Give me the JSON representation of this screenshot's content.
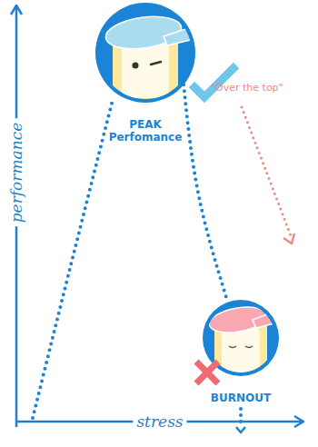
{
  "diagram": {
    "nodes": [
      {
        "text": [
          "PEAK Perfomance"
        ]
      },
      {
        "text": [
          "BURNOUT"
        ]
      }
    ],
    "edges": [
      {
        "from": 0,
        "to": 1,
        "arrow": "none"
      }
    ],
    "labels": [
      "performance",
      "stress",
      "\"Over the top\""
    ]
  }
}
